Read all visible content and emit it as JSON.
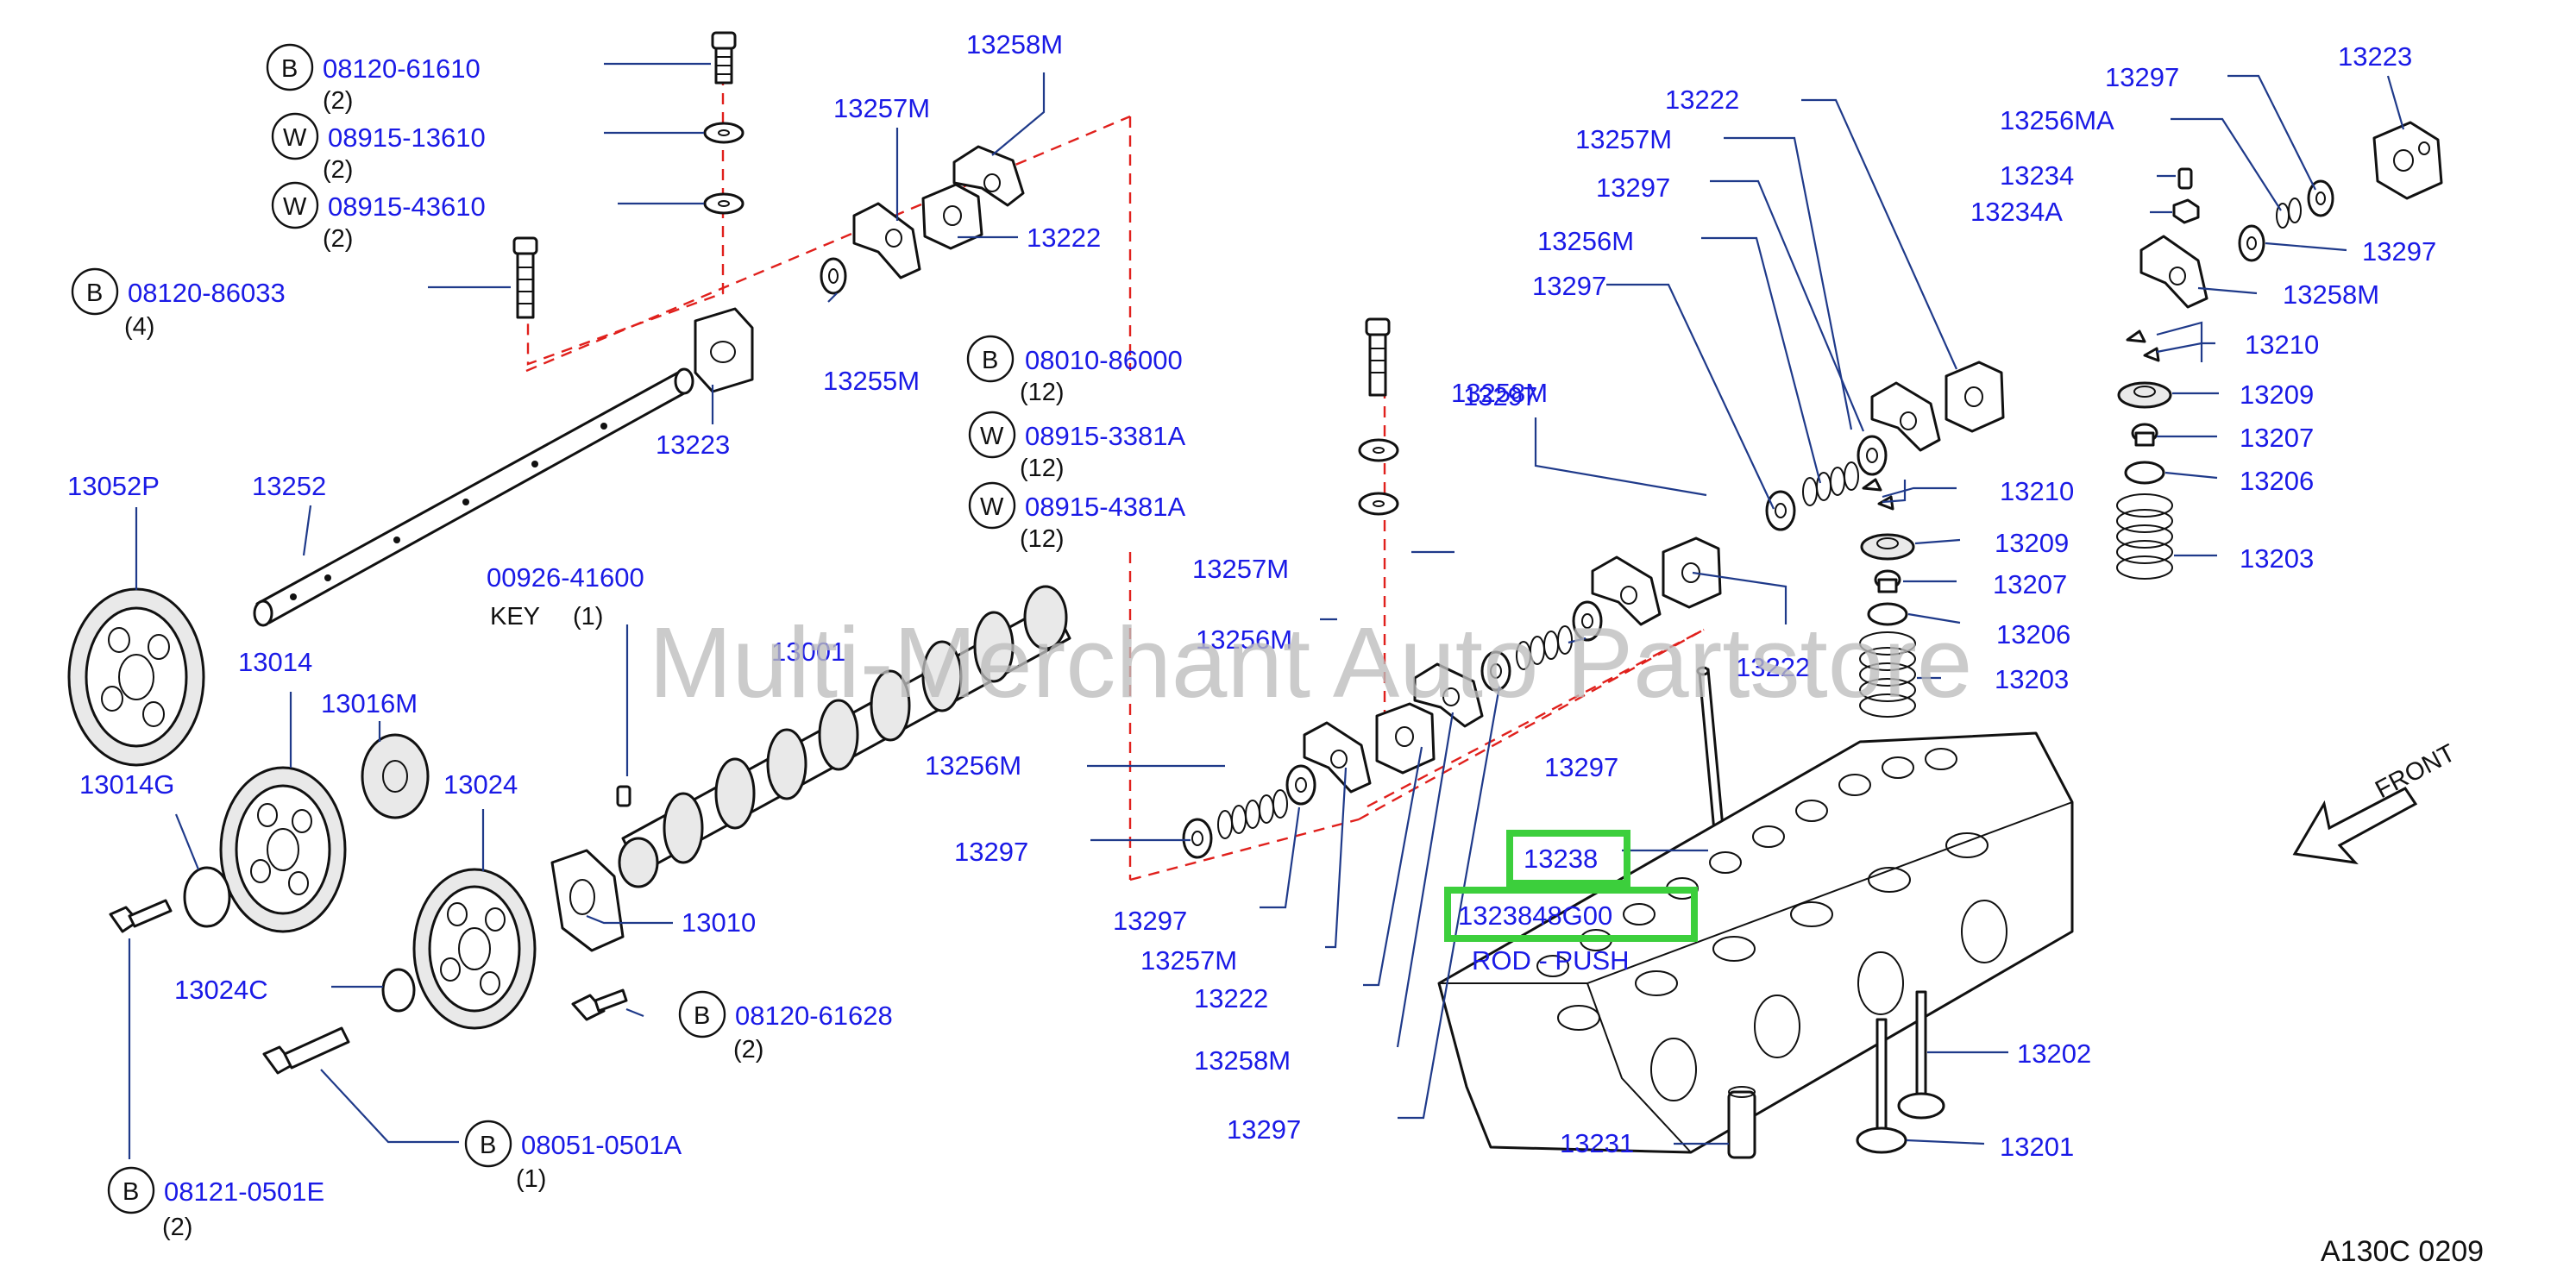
{
  "watermark": "Multi-Merchant Auto Partstore",
  "code": "A130C 0209",
  "front_label": "FRONT",
  "fasteners": [
    {
      "mark": "B",
      "part": "08120-61610",
      "qty": "(2)"
    },
    {
      "mark": "W",
      "part": "08915-13610",
      "qty": "(2)"
    },
    {
      "mark": "W",
      "part": "08915-43610",
      "qty": "(2)"
    },
    {
      "mark": "B",
      "part": "08120-86033",
      "qty": "(4)"
    },
    {
      "mark": "B",
      "part": "08010-86000",
      "qty": "(12)"
    },
    {
      "mark": "W",
      "part": "08915-3381A",
      "qty": "(12)"
    },
    {
      "mark": "W",
      "part": "08915-4381A",
      "qty": "(12)"
    },
    {
      "mark": "B",
      "part": "08120-61628",
      "qty": "(2)"
    },
    {
      "mark": "B",
      "part": "08051-0501A",
      "qty": "(1)"
    },
    {
      "mark": "B",
      "part": "08121-0501E",
      "qty": "(2)"
    }
  ],
  "key_part": {
    "part": "00926-41600",
    "desc": "KEY",
    "qty": "(1)"
  },
  "labels": [
    "13258M",
    "13257M",
    "13222",
    "13255M",
    "13223",
    "13252",
    "13052P",
    "13014",
    "13016M",
    "13024",
    "13001",
    "13014G",
    "13024C",
    "13010",
    "13257M",
    "13256M",
    "13256M",
    "13297",
    "13297",
    "13257M",
    "13222",
    "13258M",
    "13297",
    "13297",
    "13222",
    "13297",
    "13222",
    "13257M",
    "13297",
    "13256M",
    "13297",
    "13258M",
    "13210",
    "13209",
    "13207",
    "13206",
    "13203",
    "13297",
    "13223",
    "13256MA",
    "13234",
    "13234A",
    "13297",
    "13258M",
    "13210",
    "13209",
    "13207",
    "13206",
    "13203",
    "13202",
    "13201",
    "13231"
  ],
  "highlight": {
    "part": "13238",
    "part_alt": "1323848G00",
    "desc": "ROD - PUSH"
  },
  "colors": {
    "label": "#1a1ae6",
    "leader": "#1f3a8a",
    "centerline": "#e0201c",
    "highlight": "#3ccf3c",
    "watermark": "#bdbdbd"
  }
}
